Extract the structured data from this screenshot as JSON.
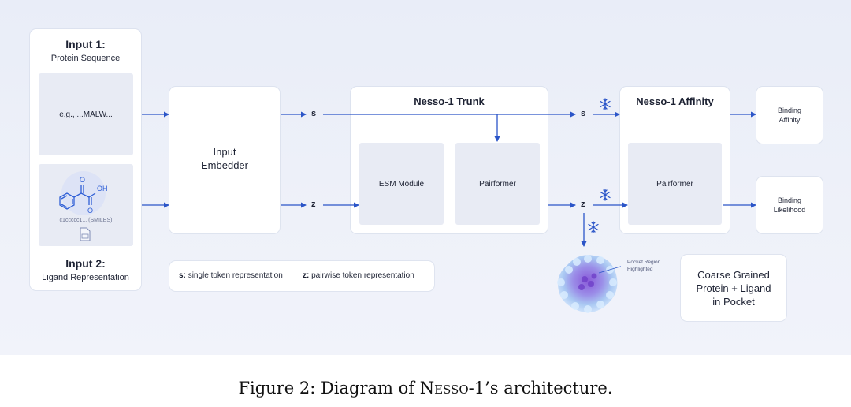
{
  "input1": {
    "title": "Input 1:",
    "subtitle": "Protein Sequence",
    "example": "e.g., ...MALW..."
  },
  "input2": {
    "title": "Input 2:",
    "subtitle": "Ligand Representation",
    "smiles": "c1ccccc1... (SMILES)",
    "ring_labels": {
      "o1": "O",
      "oh": "OH",
      "o2": "O"
    }
  },
  "embedder": {
    "line1": "Input",
    "line2": "Embedder"
  },
  "trunk": {
    "title": "Nesso-1 Trunk",
    "esm": "ESM Module",
    "pairformer": "Pairformer"
  },
  "affinity": {
    "title": "Nesso-1 Affinity",
    "pairformer": "Pairformer"
  },
  "labels": {
    "s": "s",
    "z": "z"
  },
  "outputs": {
    "binding_affinity": [
      "Binding",
      "Affinity"
    ],
    "binding_likelihood": [
      "Binding",
      "Likelihood"
    ]
  },
  "legend": {
    "s_key": "s:",
    "s_desc": "single token representation",
    "z_key": "z:",
    "z_desc": "pairwise token representation"
  },
  "pocket": {
    "annotation": [
      "Pocket Region",
      "Highlighted"
    ],
    "box": [
      "Coarse Grained",
      "Protein + Ligand",
      "in Pocket"
    ]
  },
  "icons": {
    "frozen": "snowflake-icon",
    "file": "file-icon"
  },
  "caption": {
    "prefix": "Figure 2: Diagram of ",
    "name_first": "N",
    "name_rest": "esso",
    "suffix": "-1’s architecture."
  },
  "colors": {
    "arrow": "#2b55c8",
    "panel": "#e9edf8",
    "card": "#ffffff",
    "box": "#e8ebf4",
    "molecule": "#2f5fd6"
  }
}
